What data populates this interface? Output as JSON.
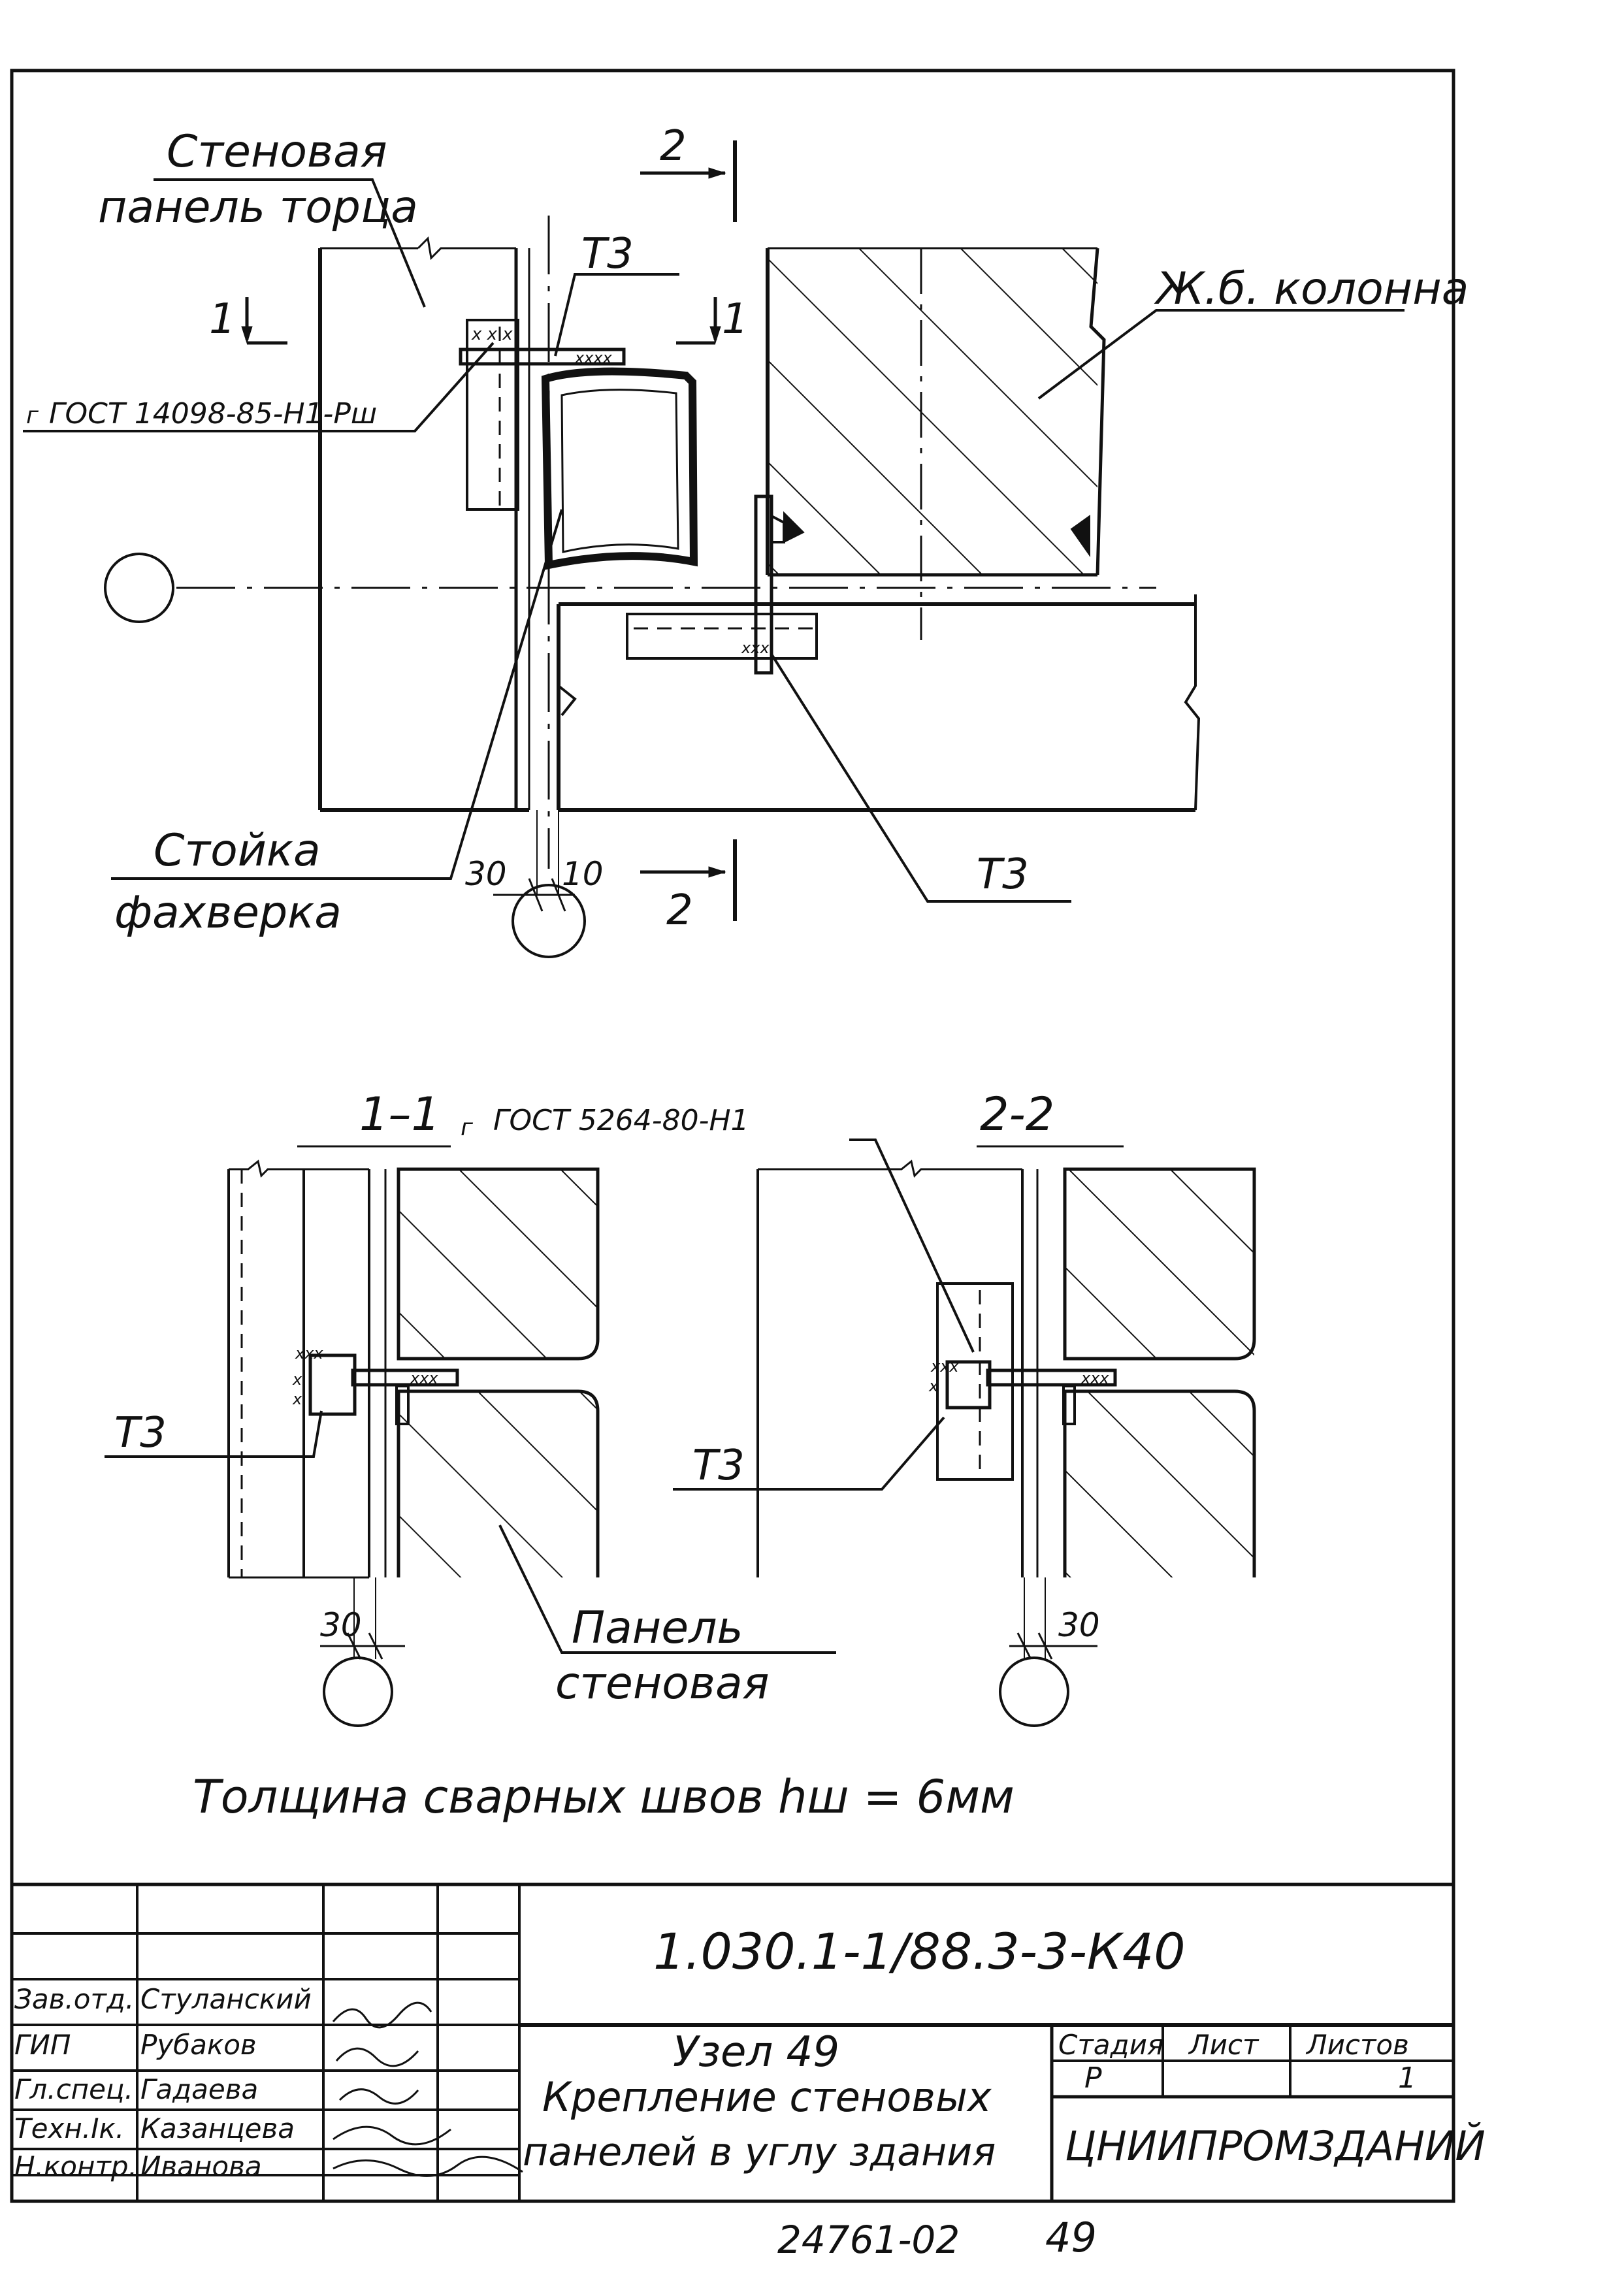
{
  "drawing": {
    "labels": {
      "wall_panel_end_line1": "Стеновая",
      "wall_panel_end_line2": "панель торца",
      "rc_column": "Ж.б. колонна",
      "gost_weld_top": "ГОСТ 14098-85-Н1-Рш",
      "gost_weld_top_prefix": "г",
      "post_line1": "Стойка",
      "post_line2": "фахверка",
      "t3": "Т3",
      "dim_30": "30",
      "dim_10": "10",
      "cut_1": "1",
      "cut_2": "2",
      "section_1_1": "1–1",
      "section_2_2": "2-2",
      "gost_weld_sections": "ГОСТ 5264-80-Н1",
      "gost_weld_sections_prefix": "г",
      "panel_line1": "Панель",
      "panel_line2": "стеновая",
      "weld_note": "Толщина   сварных швов   hш = 6мм"
    }
  },
  "title_block": {
    "doc_code": "1.030.1-1/88.3-3-К40",
    "node_title": "Узел 49",
    "node_desc_line1": "Крепление стеновых",
    "node_desc_line2": "панелей в углу здания",
    "stage_header": "Стадия",
    "sheet_header": "Лист",
    "sheets_header": "Листов",
    "stage_value": "Р",
    "sheet_value": "",
    "sheets_value": "1",
    "org": "ЦНИИПРОМЗДАНИЙ",
    "staff": [
      {
        "role": "Зав.отд.",
        "name": "Стуланский"
      },
      {
        "role": "ГИП",
        "name": "Рубаков"
      },
      {
        "role": "Гл.спец.",
        "name": "Гадаева"
      },
      {
        "role": "Техн.Iк.",
        "name": "Казанцева"
      },
      {
        "role": "Н.контр.",
        "name": "Иванова"
      }
    ],
    "footer_number": "24761-02",
    "page_number": "49"
  }
}
